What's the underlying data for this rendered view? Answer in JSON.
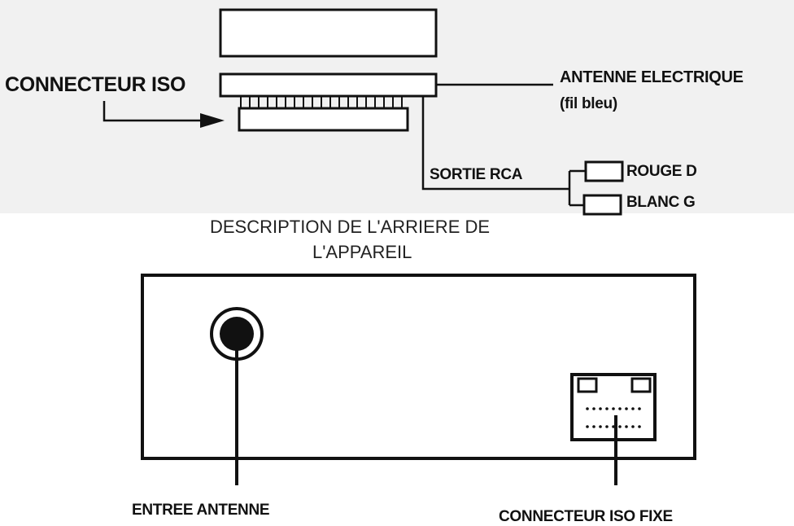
{
  "labels": {
    "iso_connector": "CONNECTEUR ISO",
    "antenna_electric": "ANTENNE ELECTRIQUE",
    "blue_wire": "(fil bleu)",
    "rca_output": "SORTIE RCA",
    "red_right": "ROUGE D",
    "white_left": "BLANC G",
    "rear_title_line1": "DESCRIPTION DE L'ARRIERE DE",
    "rear_title_line2": "L'APPAREIL",
    "antenna_input": "ENTREE ANTENNE",
    "fixed_iso_connector": "CONNECTEUR ISO FIXE"
  },
  "colors": {
    "ink": "#111111",
    "top_background": "#f1f1f1",
    "background": "#ffffff"
  }
}
